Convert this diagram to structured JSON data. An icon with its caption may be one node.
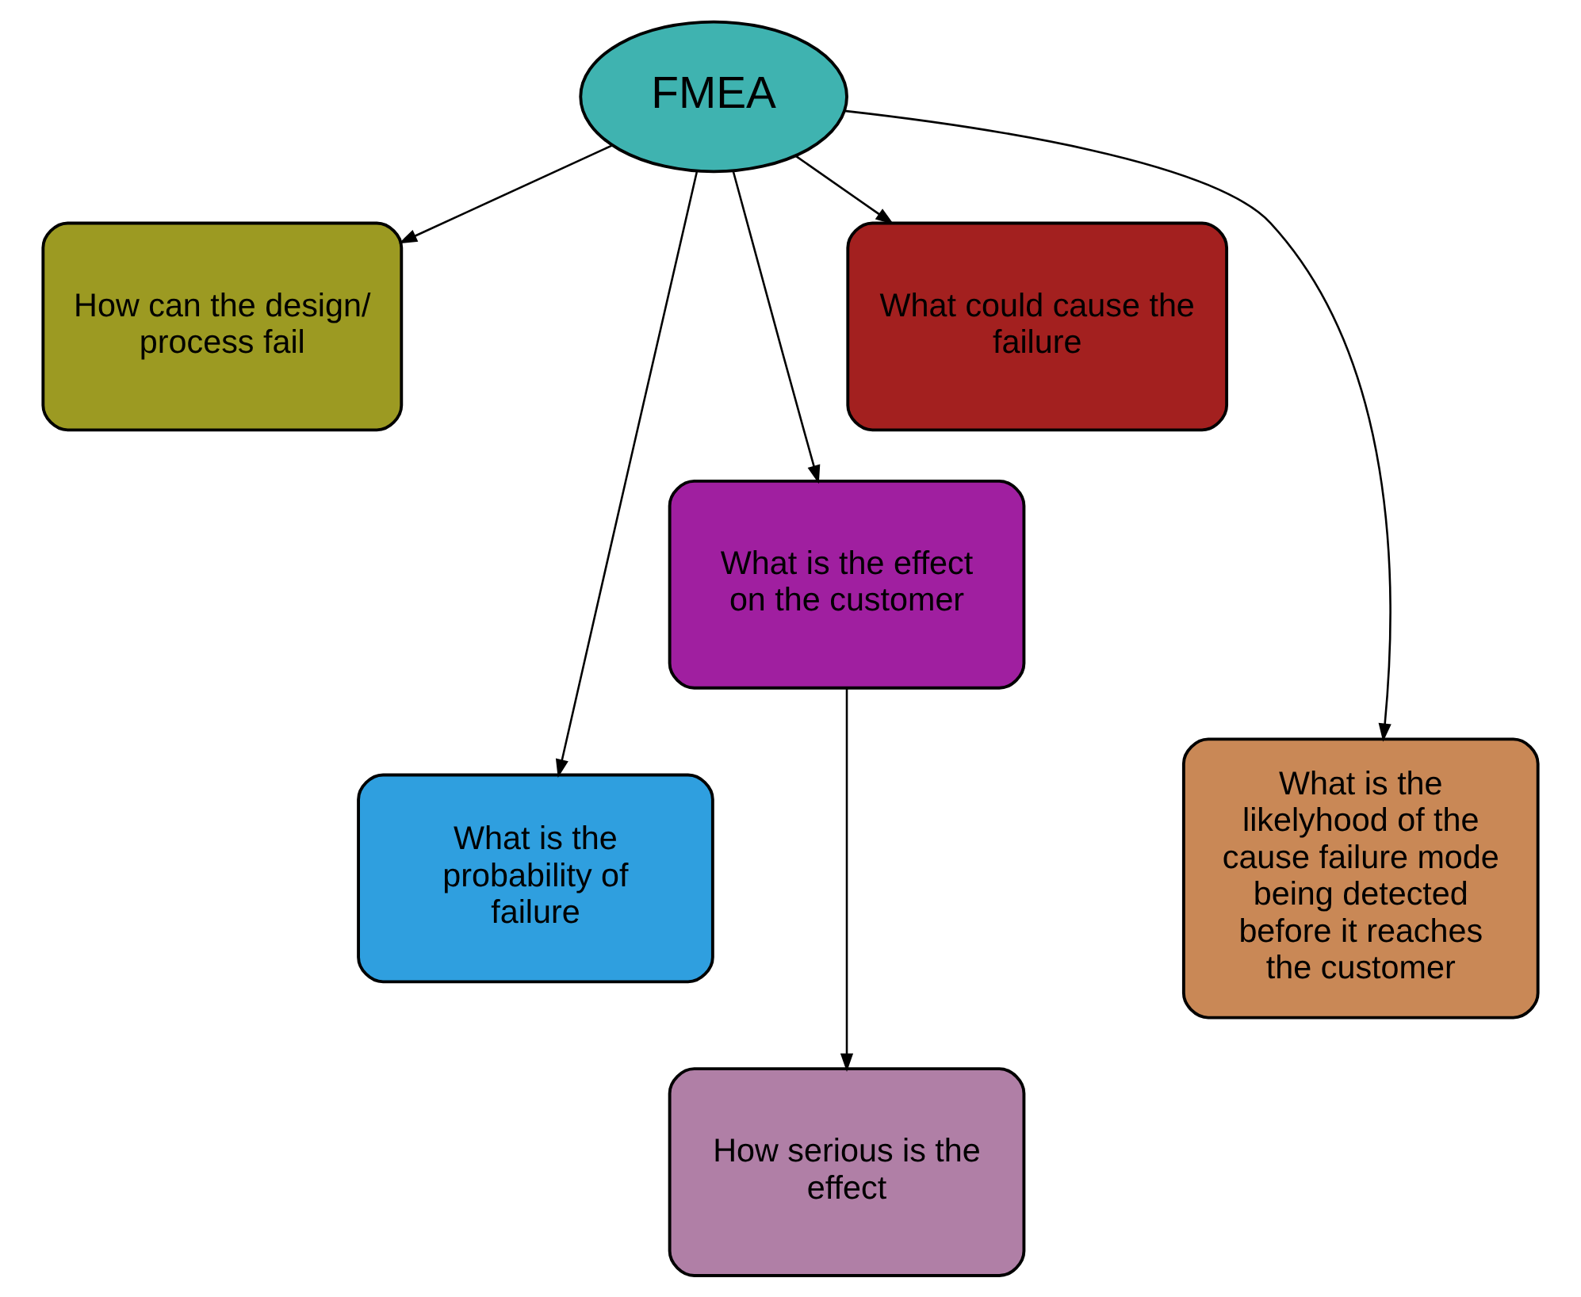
{
  "diagram": {
    "nodes": [
      {
        "text": [
          "FMEA"
        ]
      },
      {
        "text": [
          "How can the design/ process fail"
        ]
      },
      {
        "text": [
          "What could cause the failure"
        ]
      },
      {
        "text": [
          "What is the effect on the customer"
        ]
      },
      {
        "text": [
          "What is the probability of failure"
        ]
      },
      {
        "text": [
          "What is the likelyhood of the cause failure mode being detected before it reaches the customer"
        ]
      },
      {
        "text": [
          "How serious is the effect"
        ]
      }
    ],
    "edges": [
      {
        "from": 0,
        "to": 1,
        "arrow": "to"
      },
      {
        "from": 0,
        "to": 4,
        "arrow": "to"
      },
      {
        "from": 0,
        "to": 3,
        "arrow": "to"
      },
      {
        "from": 0,
        "to": 5,
        "arrow": "to"
      },
      {
        "from": 0,
        "to": 2,
        "arrow": "to"
      },
      {
        "from": 3,
        "to": 6,
        "arrow": "to"
      }
    ]
  }
}
